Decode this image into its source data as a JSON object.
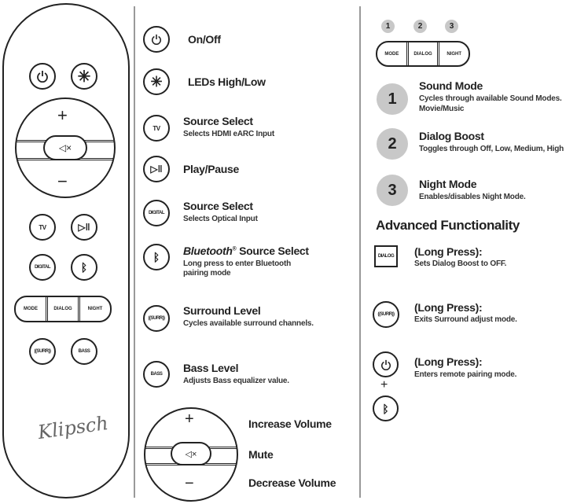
{
  "remote": {
    "brand": "Klipsch",
    "tv": "TV",
    "digital": "DIGITAL",
    "surr": "((SURR))",
    "bass": "BASS",
    "mode": "MODE",
    "dialog": "DIALOG",
    "night": "NIGHT",
    "plus": "+",
    "minus": "−"
  },
  "legend": [
    {
      "icon": "power-icon",
      "title": "On/Off"
    },
    {
      "icon": "asterisk-icon",
      "title": "LEDs High/Low"
    },
    {
      "icon": "tv-icon",
      "icon_text": "TV",
      "title": "Source Select",
      "desc": "Selects HDMI eARC Input"
    },
    {
      "icon": "play-pause-icon",
      "title": "Play/Pause"
    },
    {
      "icon": "digital-icon",
      "icon_text": "DIGITAL",
      "title": "Source Select",
      "desc": "Selects Optical Input"
    },
    {
      "icon": "bluetooth-icon",
      "title_italic": "Bluetooth",
      "title_sup": "®",
      "title": " Source Select",
      "desc": "Long press to enter Bluetooth",
      "desc2": "pairing mode"
    },
    {
      "icon": "surround-icon",
      "icon_text": "((SURR))",
      "title": "Surround Level",
      "desc": "Cycles available surround channels."
    },
    {
      "icon": "bass-icon",
      "icon_text": "BASS",
      "title": "Bass Level",
      "desc": "Adjusts Bass equalizer value."
    }
  ],
  "volume": {
    "plus": "+",
    "minus": "−",
    "increase": "Increase Volume",
    "mute": "Mute",
    "decrease": "Decrease Volume"
  },
  "modes": {
    "numbers": [
      "1",
      "2",
      "3"
    ],
    "buttons": [
      "MODE",
      "DIALOG",
      "NIGHT"
    ],
    "items": [
      {
        "num": "1",
        "title": "Sound Mode",
        "desc": "Cycles through available Sound Modes.",
        "desc2": "Movie/Music"
      },
      {
        "num": "2",
        "title": "Dialog Boost",
        "desc": "Toggles through Off, Low, Medium, High"
      },
      {
        "num": "3",
        "title": "Night Mode",
        "desc": "Enables/disables Night Mode."
      }
    ]
  },
  "advanced": {
    "heading": "Advanced Functionality",
    "items": [
      {
        "icon_text": "DIALOG",
        "title": "(Long Press):",
        "desc": "Sets Dialog Boost to OFF."
      },
      {
        "icon_text": "((SURR))",
        "title": "(Long Press):",
        "desc": "Exits Surround adjust mode."
      },
      {
        "title": "(Long Press):",
        "desc": "Enters remote pairing mode.",
        "plus": "+"
      }
    ]
  }
}
